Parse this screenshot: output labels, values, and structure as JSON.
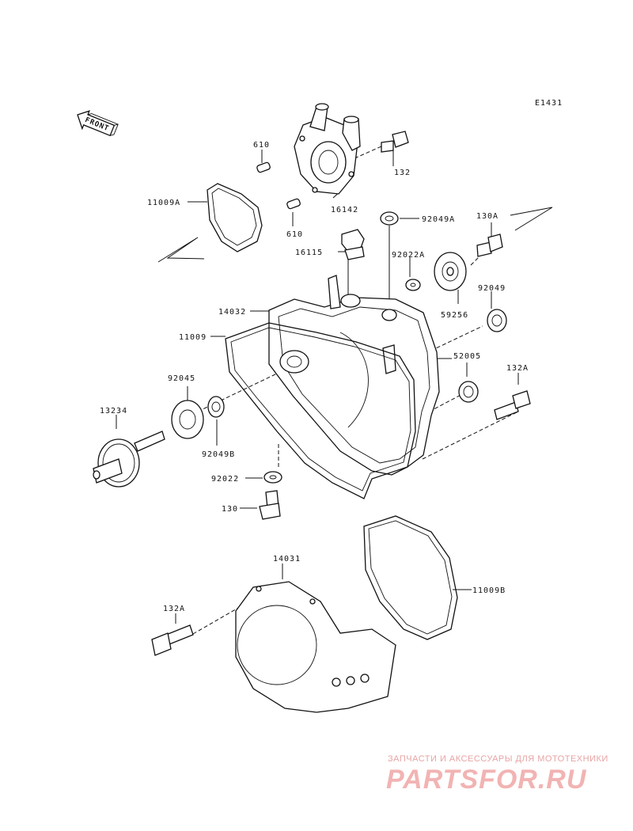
{
  "diagram_code": "E1431",
  "front_label": "FRONT",
  "callouts": {
    "p610a": "610",
    "p610b": "610",
    "p11009A": "11009A",
    "p16142": "16142",
    "p132": "132",
    "p92049A": "92049A",
    "p130A": "130A",
    "p16115": "16115",
    "p92022A": "92022A",
    "p14032": "14032",
    "p59256": "59256",
    "p92049": "92049",
    "p11009": "11009",
    "p52005": "52005",
    "p132A_top": "132A",
    "p92045": "92045",
    "p13234": "13234",
    "p92049B": "92049B",
    "p92022": "92022",
    "p130": "130",
    "p14031": "14031",
    "p11009B": "11009B",
    "p132A_bottom": "132A"
  },
  "watermark": {
    "tagline": "ЗАПЧАСТИ И АКСЕССУАРЫ ДЛЯ МОТОТЕХНИКИ",
    "logo": "PARTSFOR.RU"
  }
}
